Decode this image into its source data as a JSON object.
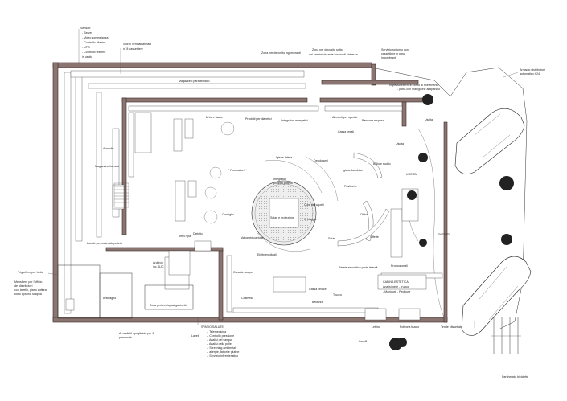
{
  "labels": {
    "sensors": [
      "Sensori:",
      "- Server",
      "- Video sorveglianza",
      "- Controllo allarme",
      "- UPS",
      "- Controllo tessere",
      "in uscita"
    ],
    "drawers": [
      "Storici ventilati/armadi",
      "n° 8 cassettiere"
    ],
    "delivery": "Zona per deposito ingombranti",
    "night": [
      "Zona per deposito sotto",
      "dai camion durante l'orario di chiusura"
    ],
    "shelter": [
      "Servizio notturno con",
      "cassettiere in posa",
      "ingombranti"
    ],
    "distributor": [
      "Armadio distributore",
      "automatico H24"
    ],
    "parapharmacy": "Magazzino parafarmaco",
    "staff_entrance": [
      "Ingresso interni in posto di ricevimento",
      "- porta con maniglione antipanico"
    ],
    "herbs": "Erbe e tisane",
    "diabetics": "Prodotti per diabetici",
    "supplements": "Integratori energetici",
    "sport": "Alimenti per sportivi",
    "counter": "Bancone e spesa",
    "exit": "Uscita",
    "gift": "Cassa regali",
    "magazzino_farmaci": "Magazzino farmaci",
    "armadio": "Armadio",
    "personal_hygiene": "Igiene intima",
    "new_products": [
      "Integratori",
      "prodotti potenti"
    ],
    "promo": "* Promozioni *",
    "deodorants": "Deodoranti",
    "child_hygiene": "Igiene bambino",
    "sun": "Solari e protezione",
    "uscita_caps": "USCITA",
    "sunscreen": "Bello e sudito",
    "pastilles": "Pasticche",
    "hair": "Cura del capelli",
    "in_viaggio": "In viaggio",
    "auto": "Automedicazione",
    "solari": "Solari",
    "offerte": "Offerte",
    "ottica": "Ottica",
    "consiglio": "Consiglio",
    "dietetica": "Dietetici",
    "vetro": "Vetro spa",
    "archivio": "Archivio",
    "wc": "inc. DJC",
    "locale_pers": "Locale per materiale pulizia",
    "elettromedicali": "Elettromedicali",
    "cura_dell_corpo": "Cura del corpo",
    "cassa_veloce": "Cassa veloce",
    "cosmesi": "Cosmesi",
    "trucco": "Trucco",
    "bellezza": "Bellezza",
    "parete_espositiva": "Parete espositiva porta laterali",
    "promozionali": "Promozionali",
    "cabina": [
      "CABINA ESTETICA",
      "Analisi pelle - trucco",
      "- Manicure - Pedicure"
    ],
    "entrata": "ENTRATA",
    "frigo": "Frigorifero per bibite",
    "distribution": [
      "Mensiliere per l'ufficio",
      "dei distributori",
      "con lavello, piano cottura,",
      "sotto il piano, scappa"
    ],
    "antibagno": "Antibagno",
    "space_serv": "Zona prelievo/spazi gabinetto",
    "armadietti": [
      "Armadietti spogliatoio per 6",
      "personale"
    ],
    "spazio_salute": "SPAZIO SALUTE",
    "spazio_list": [
      "- Telemedicina",
      "- Controllo pressione",
      "- Analisi del sangue",
      "- Analisi della pelle",
      "- Screening ambientali",
      "- allergie, fattori e glutine",
      "- Servizio infermieristico"
    ],
    "lavelli": "Lavelli",
    "lavelli2": "Lavelli",
    "lettino": "Lettino",
    "poltrona": "Poltrona trucco",
    "tende": "Tende plissettate",
    "parcheggio": "Parcheggio biciclette"
  },
  "colors": {
    "wall": "#8a7570",
    "line": "#333333",
    "tree": "#222222"
  }
}
